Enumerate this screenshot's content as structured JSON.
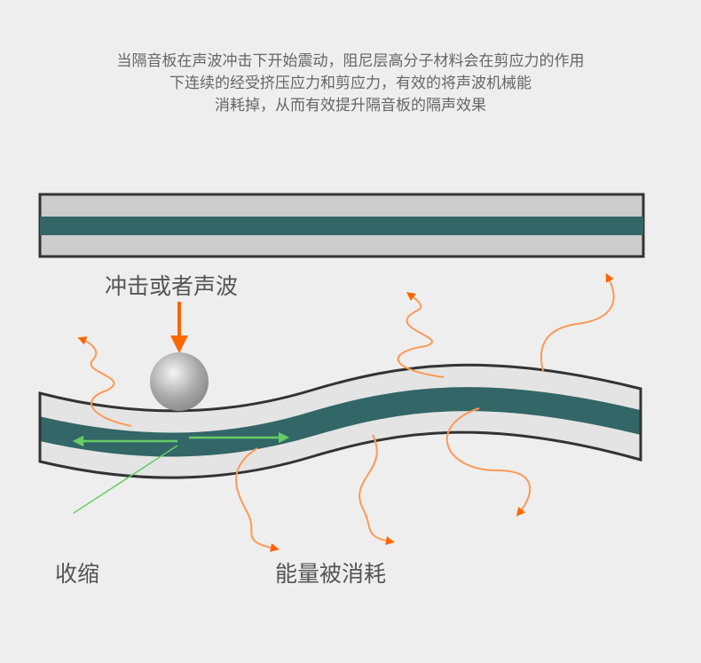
{
  "intro_lines": [
    "当隔音板在声波冲击下开始震动，阻尼层高分子材料会在剪应力的作用",
    "下连续的经受挤压应力和剪应力，有效的将声波机械能",
    "消耗掉，从而有效提升隔音板的隔声效果"
  ],
  "labels": {
    "impact": "冲击或者声波",
    "shrink": "收缩",
    "energy": "能量被消耗"
  },
  "colors": {
    "damping_layer": "#336666",
    "panel": "#cccccc",
    "arrow_orange": "#ff6600",
    "wave_orange": "#ff9955",
    "arrow_green": "#66cc66"
  }
}
